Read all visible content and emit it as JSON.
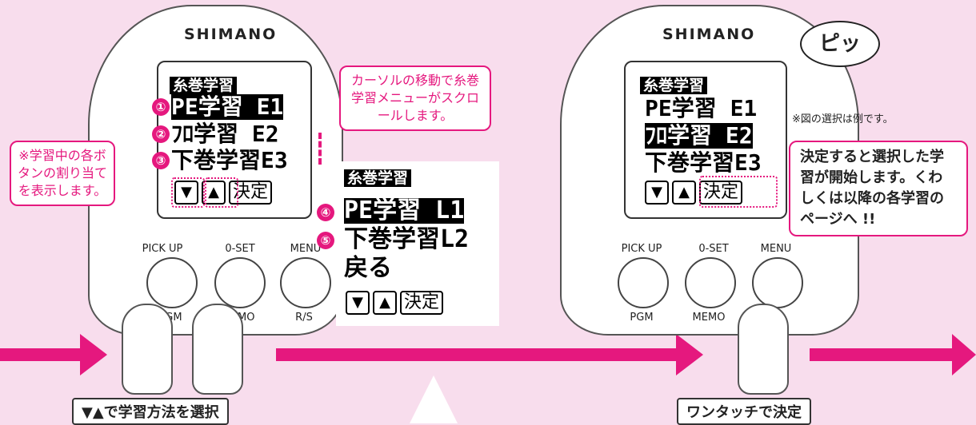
{
  "brand": "SHIMANO",
  "lcd_menu_title": "糸巻学習",
  "lcd1_rows": [
    "PE学習 E1",
    "ﾌﾛ学習 E2",
    "下巻学習E3"
  ],
  "lcd2_rows": [
    "PE学習 L1",
    "下巻学習L2",
    "戻る"
  ],
  "lcd3_rows": [
    "PE学習 E1",
    "ﾌﾛ学習 E2",
    "下巻学習E3"
  ],
  "keys": {
    "down": "▼",
    "up": "▲",
    "decide": "決定"
  },
  "numbers": [
    "①",
    "②",
    "③",
    "④",
    "⑤"
  ],
  "buttons": {
    "top": [
      "PICK UP",
      "0-SET",
      "MENU"
    ],
    "bottom": [
      "PGM",
      "MEMO",
      "R/S"
    ]
  },
  "callouts": {
    "assign": "※学習中の各ボタンの割り当てを表示します。",
    "scroll": "カーソルの移動で糸巻学習メニューがスクロールします。",
    "decide": "決定すると選択した学習が開始します。くわしくは以降の各学習のページへ !!",
    "sound": "ピッ",
    "example": "※図の選択は例です。"
  },
  "labels": {
    "select": "▼▲で学習方法を選択",
    "onetouch": "ワンタッチで決定"
  },
  "colors": {
    "accent": "#e5187e",
    "background": "#f8dded"
  }
}
